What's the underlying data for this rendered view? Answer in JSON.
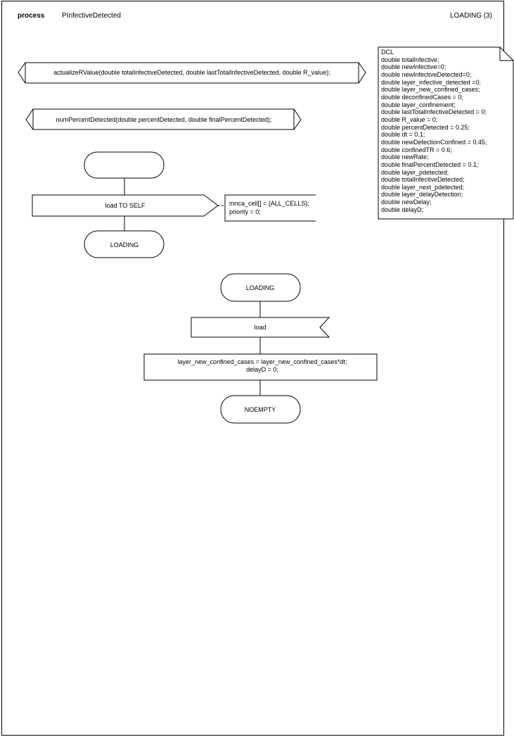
{
  "header": {
    "keyword": "process",
    "name": "PInfectiveDetected",
    "page_label": "LOADING (3)"
  },
  "procedures": [
    "actualizeRValue(double totalInfectiveDetected, double lastTotalInfectiveDetected, double R_value);",
    "numPercentDetected(double percentDetected, double finalPercentDetected);"
  ],
  "dcl": {
    "title": "DCL",
    "lines": [
      "double totalInfective;",
      "double newInfective=0;",
      "double newInfectiveDetected=0;",
      "double layer_infective_detected =0;",
      "double layer_new_confined_cases;",
      "double deconfinedCases = 0;",
      "double layer_confinement;",
      "double lastTotalInfectiveDetected = 0;",
      "double R_value = 0;",
      "double percentDetected = 0.25;",
      "double dt = 0.1;",
      "double newDetectionConfined = 0.45;",
      "double confinedTR = 0.6;",
      "double newRate;",
      "double finalPercentDetected = 0.1;",
      "double layer_pdetected;",
      "double totalInfectiveDetected;",
      "double layer_next_pdetected;",
      "double layer_delayDetection;",
      "double newDelay;",
      "double delayD;"
    ]
  },
  "start_transition": {
    "start_label": "",
    "output": "load TO SELF",
    "comment_lines": [
      "mnca_cell[] = {ALL_CELLS};",
      "priority = 0;"
    ],
    "next_state": "LOADING"
  },
  "loading_transition": {
    "state": "LOADING",
    "input": "load",
    "task_lines": [
      "layer_new_confined_cases = layer_new_confined_cases*dt;",
      "delayD = 0;"
    ],
    "next_state": "NOEMPTY"
  }
}
